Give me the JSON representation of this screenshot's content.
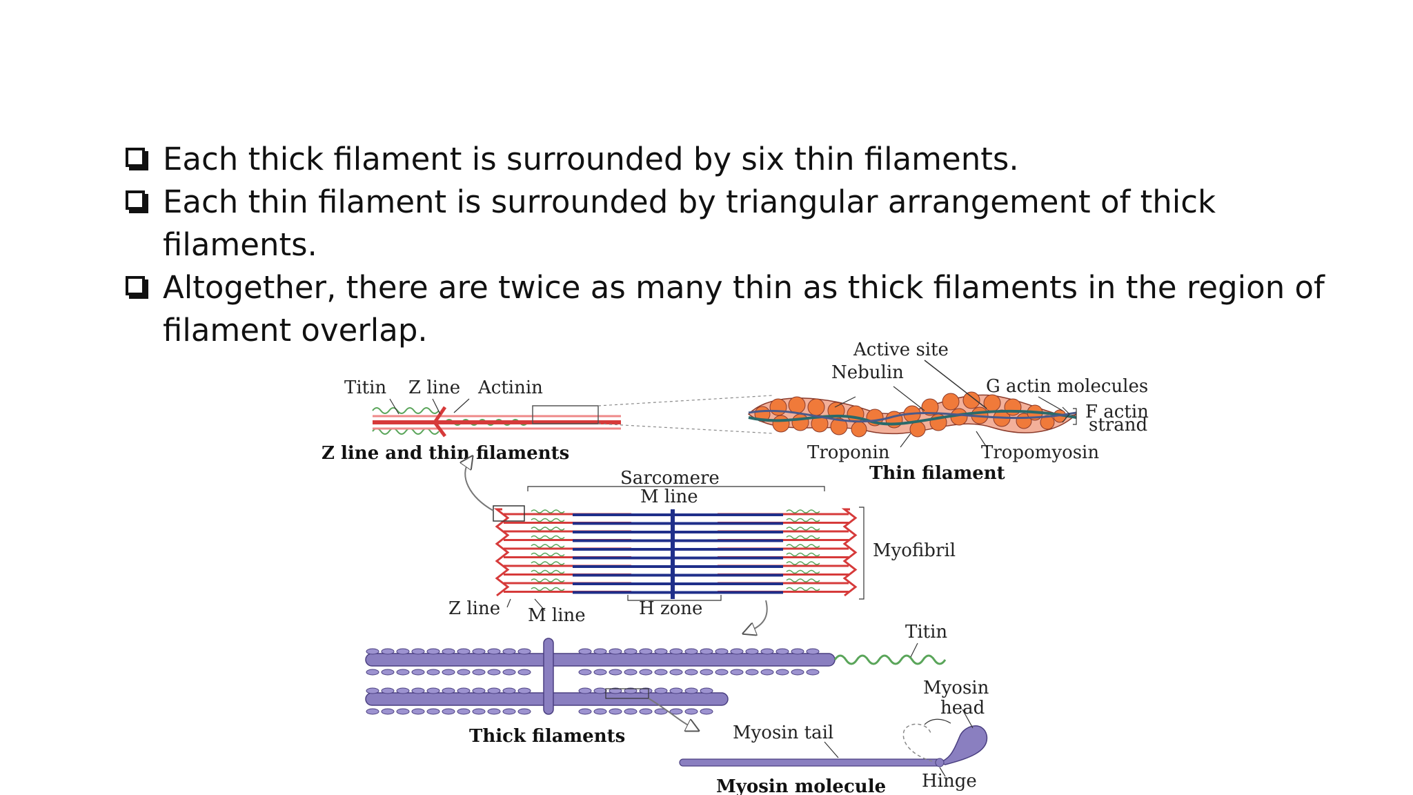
{
  "bullets": [
    "Each thick filament is surrounded by six thin filaments.",
    "Each thin filament is surrounded by triangular arrangement of thick filaments.",
    "Altogether, there are twice as many thin as thick filaments in the region of filament overlap."
  ],
  "diagram": {
    "titin_top": "Titin",
    "z_line_top": "Z line",
    "actinin": "Actinin",
    "z_line_caption": "Z line and thin filaments",
    "active_site": "Active site",
    "nebulin": "Nebulin",
    "g_actin": "G actin molecules",
    "f_actin_1": "F actin",
    "f_actin_2": "strand",
    "troponin": "Troponin",
    "tropomyosin": "Tropomyosin",
    "thin_caption": "Thin filament",
    "sarcomere": "Sarcomere",
    "m_line_top": "M line",
    "myofibril": "Myofibril",
    "z_line_bottom": "Z line",
    "m_line_bottom": "M line",
    "h_zone": "H zone",
    "titin_bottom": "Titin",
    "myosin_head_1": "Myosin",
    "myosin_head_2": "head",
    "myosin_tail": "Myosin tail",
    "thick_caption": "Thick filaments",
    "myosin_caption": "Myosin molecule",
    "hinge": "Hinge"
  },
  "colors": {
    "thin_filament": "#d63a3a",
    "thick_filament": "#1f2f8a",
    "titin": "#5aa55a",
    "actin_bead": "#f07a3a",
    "myosin": "#8a7fc0"
  }
}
